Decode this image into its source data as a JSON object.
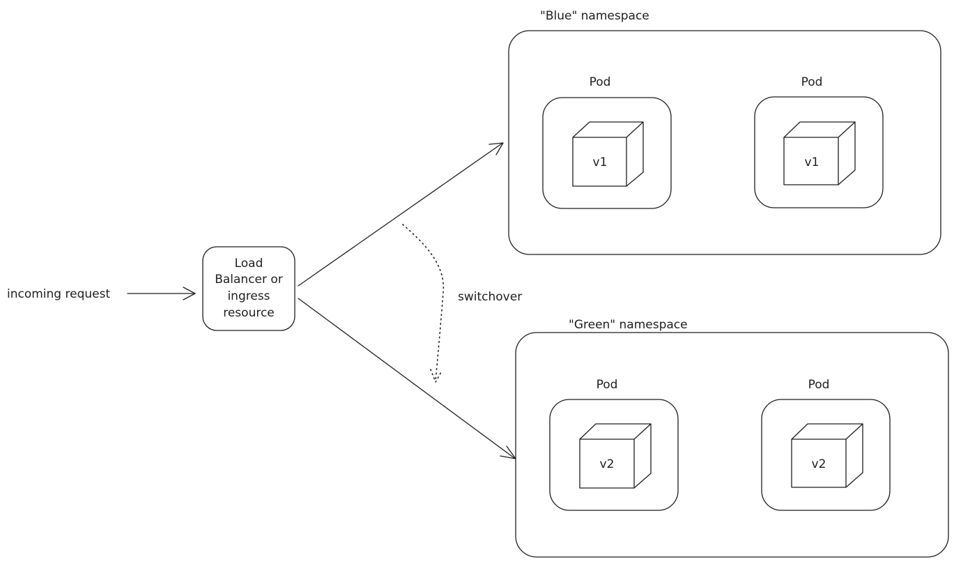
{
  "input": {
    "label": "incoming request"
  },
  "load_balancer": {
    "lines": [
      "Load",
      "Balancer or",
      "ingress",
      "resource"
    ]
  },
  "switch": {
    "label": "switchover"
  },
  "namespaces": [
    {
      "title": "\"Blue\" namespace",
      "pods": [
        {
          "label": "Pod",
          "version": "v1"
        },
        {
          "label": "Pod",
          "version": "v1"
        }
      ]
    },
    {
      "title": "\"Green\" namespace",
      "pods": [
        {
          "label": "Pod",
          "version": "v2"
        },
        {
          "label": "Pod",
          "version": "v2"
        }
      ]
    }
  ],
  "colors": {
    "stroke": "#1e1e1e",
    "background": "#ffffff"
  }
}
